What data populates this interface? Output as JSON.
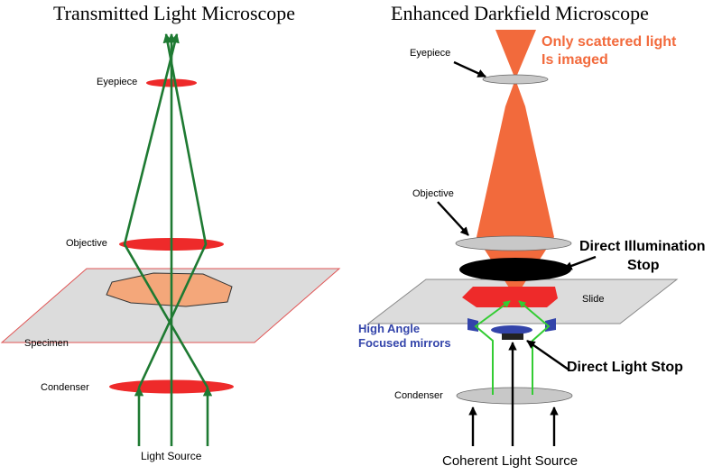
{
  "left_panel": {
    "title": "Transmitted Light Microscope",
    "labels": {
      "eyepiece": "Eyepiece",
      "objective": "Objective",
      "specimen": "Specimen",
      "condenser": "Condenser",
      "light_source": "Light Source"
    }
  },
  "right_panel": {
    "title": "Enhanced Darkfield Microscope",
    "labels": {
      "eyepiece": "Eyepiece",
      "scattered_line1": "Only scattered light",
      "scattered_line2": "Is imaged",
      "objective": "Objective",
      "direct_illumination_line1": "Direct Illumination",
      "direct_illumination_line2": "Stop",
      "slide": "Slide",
      "mirrors_line1": "High Angle",
      "mirrors_line2": "Focused mirrors",
      "direct_light_stop": "Direct Light Stop",
      "condenser": "Condenser",
      "coherent_source": "Coherent Light Source"
    }
  },
  "colors": {
    "lens_red": "#ee2a2a",
    "ray_green": "#1e7a32",
    "light_green": "#33cc33",
    "cone_orange": "#f26a3c",
    "specimen_fill": "#f4a77a",
    "slide_grey": "#dcdcdc",
    "mirror_blue": "#3344aa",
    "label_orange": "#f26a3c",
    "label_blue": "#3344aa"
  }
}
